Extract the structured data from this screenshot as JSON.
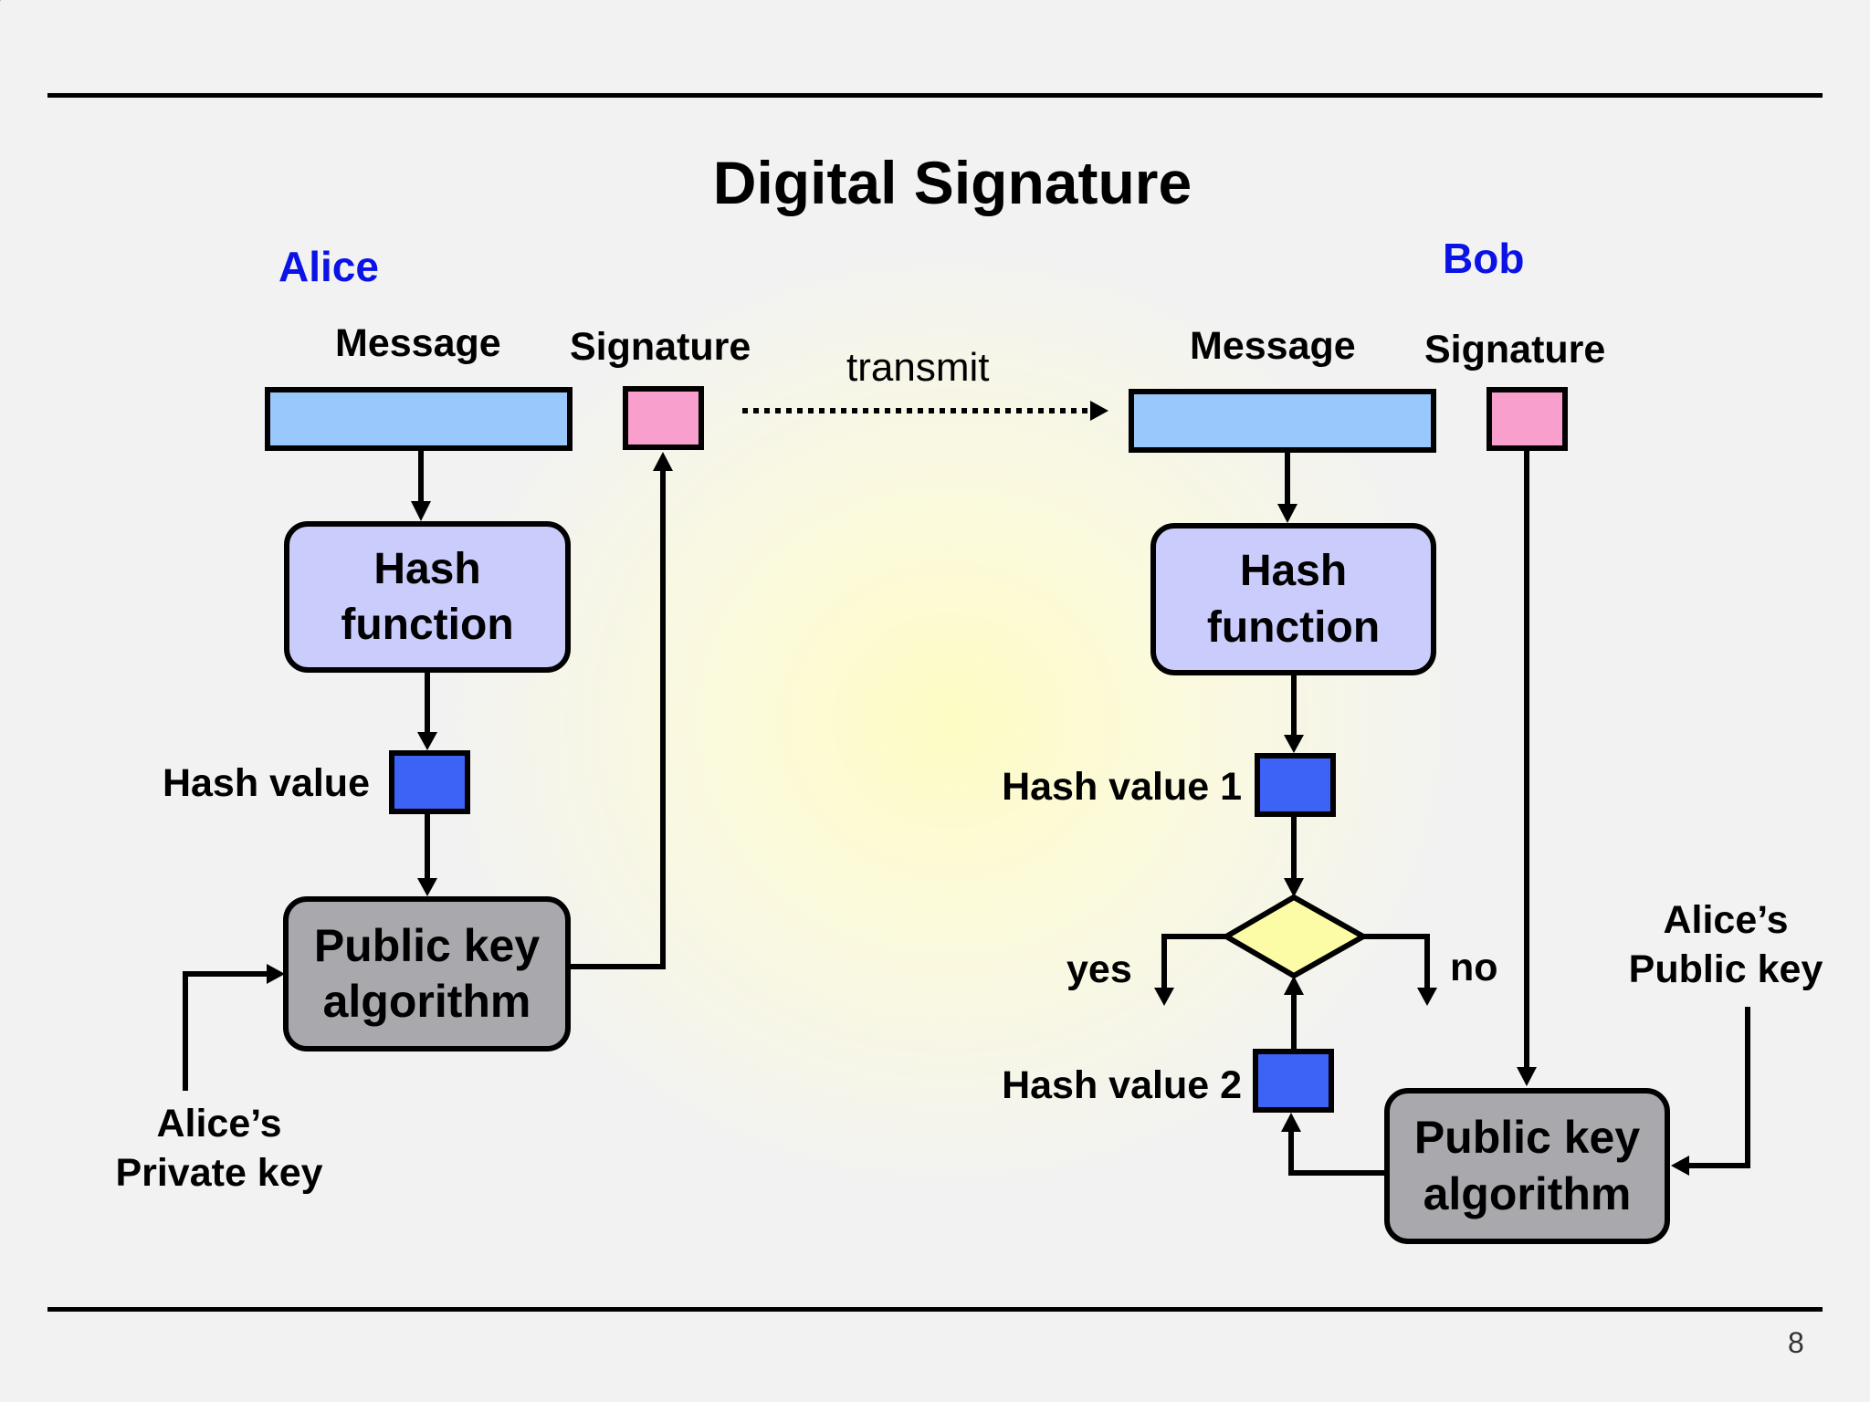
{
  "title": "Digital Signature",
  "page_number": "8",
  "sender": {
    "name": "Alice",
    "message_label": "Message",
    "signature_label": "Signature",
    "hash_function": [
      "Hash",
      "function"
    ],
    "hash_value_label": "Hash value",
    "algorithm": [
      "Public key",
      "algorithm"
    ],
    "key_label": [
      "Alice’s",
      "Private key"
    ]
  },
  "transmit_label": "transmit",
  "receiver": {
    "name": "Bob",
    "message_label": "Message",
    "signature_label": "Signature",
    "hash_function": [
      "Hash",
      "function"
    ],
    "hash_value_1_label": "Hash value 1",
    "hash_value_2_label": "Hash value 2",
    "yes_label": "yes",
    "no_label": "no",
    "algorithm": [
      "Public key",
      "algorithm"
    ],
    "key_label": [
      "Alice’s",
      "Public key"
    ]
  },
  "colors": {
    "message": "#99c9fc",
    "signature": "#f99fcd",
    "hash_function": "#cacdfc",
    "hash_value": "#3d62f6",
    "algorithm": "#a9a9ad",
    "decision": "#fdfca6",
    "person_name": "#0a12e6"
  }
}
